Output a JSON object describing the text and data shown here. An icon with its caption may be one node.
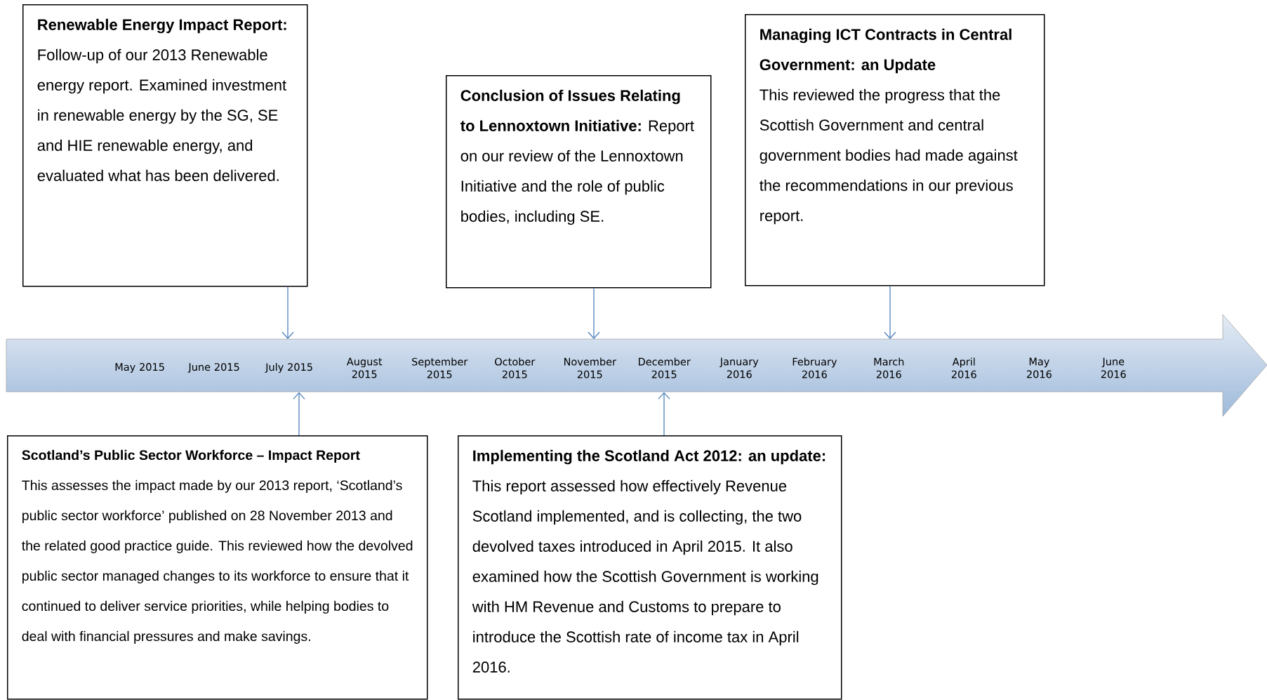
{
  "diagram": {
    "nodes": [
      {
        "text": [
          "Renewable Energy Impact Report:",
          "Follow-up of our 2013 Renewable energy report. Examined investment in renewable energy by the SG, SE and HIE renewable energy, and evaluated what has been delivered."
        ]
      },
      {
        "text": [
          "**Conclusion of Issues Relating to Lennoxtown Initiative:** Report on our review of the Lennoxtown Initiative and the role of public bodies, including SE."
        ]
      },
      {
        "text": [
          "Managing ICT Contracts in Central Government: an Update",
          "This reviewed the progress that the Scottish Government and central government bodies had made against the recommendations in our previous report."
        ]
      },
      {
        "text": [
          "May 2015",
          "June 2015",
          "July 2015",
          "August 2015",
          "September 2015",
          "October 2015",
          "November 2015",
          "December 2015",
          "January 2016",
          "February 2016",
          "March 2016",
          "April 2016",
          "May 2016",
          "June 2016"
        ]
      },
      {
        "text": [
          "Scotland’s Public Sector Workforce – Impact Report",
          "This assesses the impact made by our 2013 report, ‘Scotland’s public sector workforce’ published on 28 November 2013 and the related good practice guide. This reviewed how the devolved public sector managed changes to its workforce to ensure that it continued to deliver service priorities, while helping bodies to deal with financial pressures and make savings."
        ]
      },
      {
        "text": [
          "**Implementing the Scotland Act 2012: an update:** This report assessed how effectively Revenue Scotland implemented, and is collecting, the two devolved taxes introduced in April 2015. It also examined how the Scottish Government is working with HM Revenue and Customs to prepare to introduce the Scottish rate of income tax in April 2016."
        ]
      }
    ],
    "edges": [
      {
        "from": 0,
        "to": 3,
        "arrow": "to"
      },
      {
        "from": 1,
        "to": 3,
        "arrow": "to"
      },
      {
        "from": 2,
        "to": 3,
        "arrow": "to"
      },
      {
        "from": 4,
        "to": 3,
        "arrow": "to"
      },
      {
        "from": 5,
        "to": 3,
        "arrow": "to"
      }
    ]
  }
}
